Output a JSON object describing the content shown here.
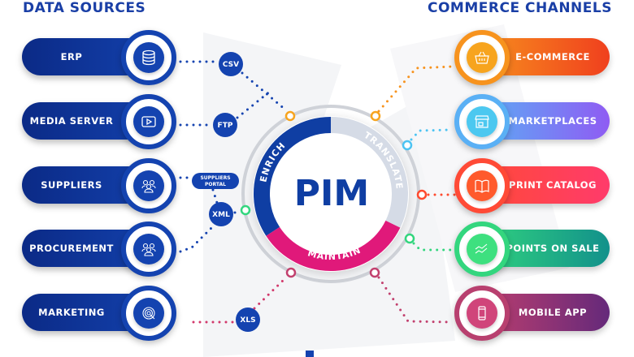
{
  "headings": {
    "left": "DATA SOURCES",
    "right": "COMMERCE CHANNELS"
  },
  "center": {
    "title": "PIM",
    "segments": [
      "ENRICH",
      "TRANSLATE",
      "MAINTAIN"
    ]
  },
  "sources": [
    {
      "label": "ERP",
      "icon": "database-icon"
    },
    {
      "label": "MEDIA SERVER",
      "icon": "video-play-icon"
    },
    {
      "label": "SUPPLIERS",
      "icon": "people-icon"
    },
    {
      "label": "PROCUREMENT",
      "icon": "people-icon"
    },
    {
      "label": "MARKETING",
      "icon": "target-icon"
    }
  ],
  "formats": {
    "csv": "CSV",
    "ftp": "FTP",
    "portal_line1": "SUPPLIERS",
    "portal_line2": "PORTAL",
    "xml": "XML",
    "xls": "XLS"
  },
  "channels": [
    {
      "label": "E-COMMERCE",
      "icon": "shopping-basket-icon",
      "color": "#f7931e"
    },
    {
      "label": "MARKETPLACES",
      "icon": "storefront-icon",
      "color": "#4cc3f2"
    },
    {
      "label": "PRINT CATALOG",
      "icon": "book-icon",
      "color": "#ff4a2e"
    },
    {
      "label": "POINTS ON SALE",
      "icon": "trend-chart-icon",
      "color": "#33d67e"
    },
    {
      "label": "MOBILE APP",
      "icon": "smartphone-icon",
      "color": "#c2406e"
    }
  ],
  "colors": {
    "brand_blue": "#1443b0",
    "enrich": "#0f3ea3",
    "translate": "#d5dbe6",
    "maintain": "#e0197a"
  }
}
